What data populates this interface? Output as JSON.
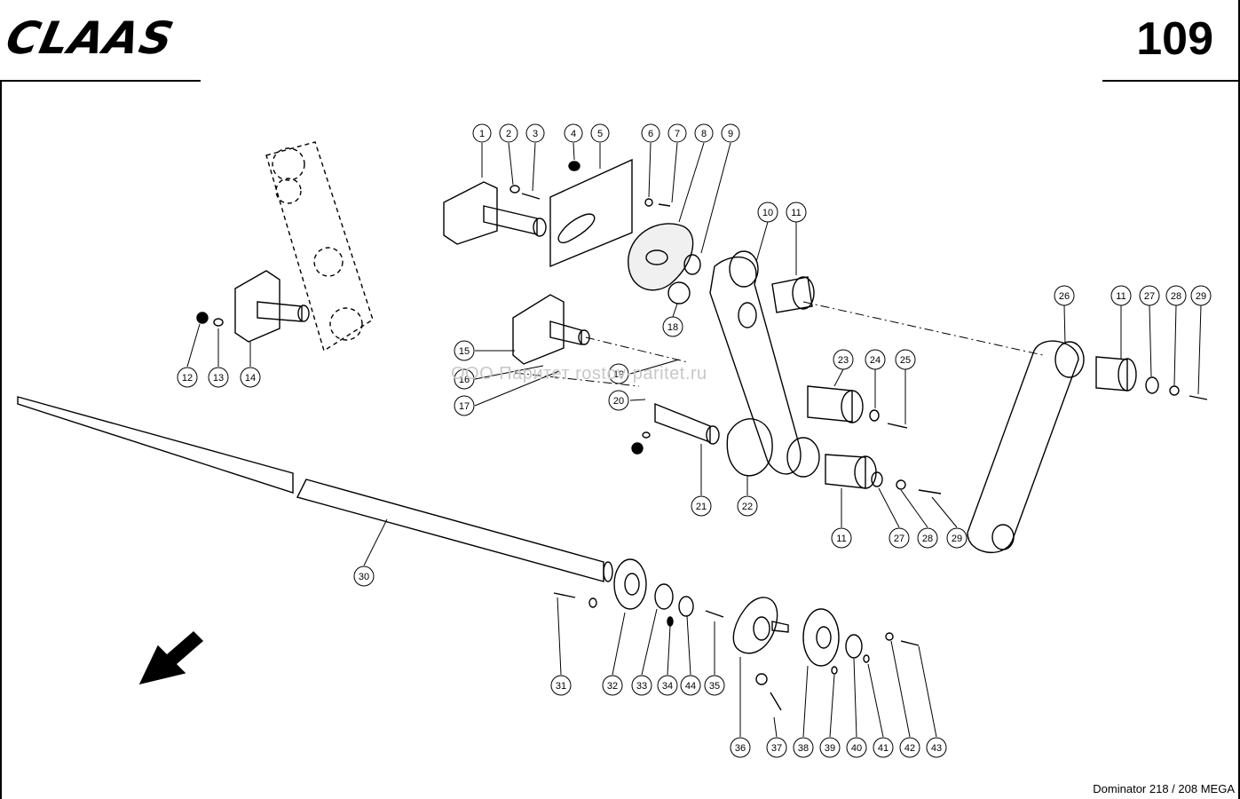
{
  "header": {
    "brand": "CLAAS",
    "page_number": "109"
  },
  "footer": {
    "model": "Dominator 218 / 208 MEGA"
  },
  "watermark": "ООО Паритет  rostov-paritet.ru",
  "callouts": {
    "c1": "1",
    "c2": "2",
    "c3": "3",
    "c4": "4",
    "c5": "5",
    "c6": "6",
    "c7": "7",
    "c8": "8",
    "c9": "9",
    "c10": "10",
    "c11a": "11",
    "c11b": "11",
    "c11c": "11",
    "c12": "12",
    "c13": "13",
    "c14": "14",
    "c15": "15",
    "c16": "16",
    "c17": "17",
    "c18": "18",
    "c19": "19",
    "c20": "20",
    "c21": "21",
    "c22": "22",
    "c23": "23",
    "c24": "24",
    "c25": "25",
    "c26": "26",
    "c27a": "27",
    "c27b": "27",
    "c28a": "28",
    "c28b": "28",
    "c29a": "29",
    "c29b": "29",
    "c30": "30",
    "c31": "31",
    "c32": "32",
    "c33": "33",
    "c34": "34",
    "c35": "35",
    "c36": "36",
    "c37": "37",
    "c38": "38",
    "c39": "39",
    "c40": "40",
    "c41": "41",
    "c42": "42",
    "c43": "43",
    "c44": "44"
  }
}
